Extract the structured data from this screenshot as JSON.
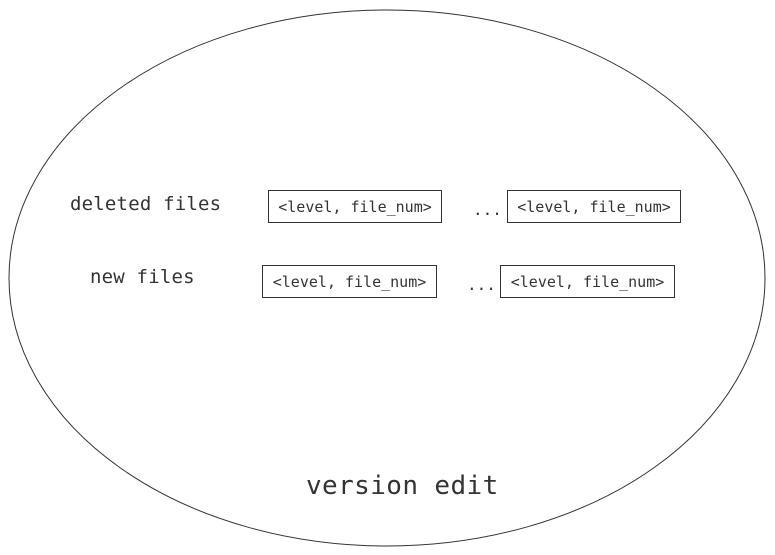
{
  "diagram": {
    "title": "version edit",
    "deleted": {
      "label": "deleted files",
      "entry_first": "<level, file_num>",
      "ellipsis": "...",
      "entry_last": "<level, file_num>"
    },
    "new": {
      "label": "new files",
      "entry_first": "<level, file_num>",
      "ellipsis": "...",
      "entry_last": "<level, file_num>"
    }
  },
  "colors": {
    "stroke": "#333333",
    "background": "#ffffff"
  }
}
